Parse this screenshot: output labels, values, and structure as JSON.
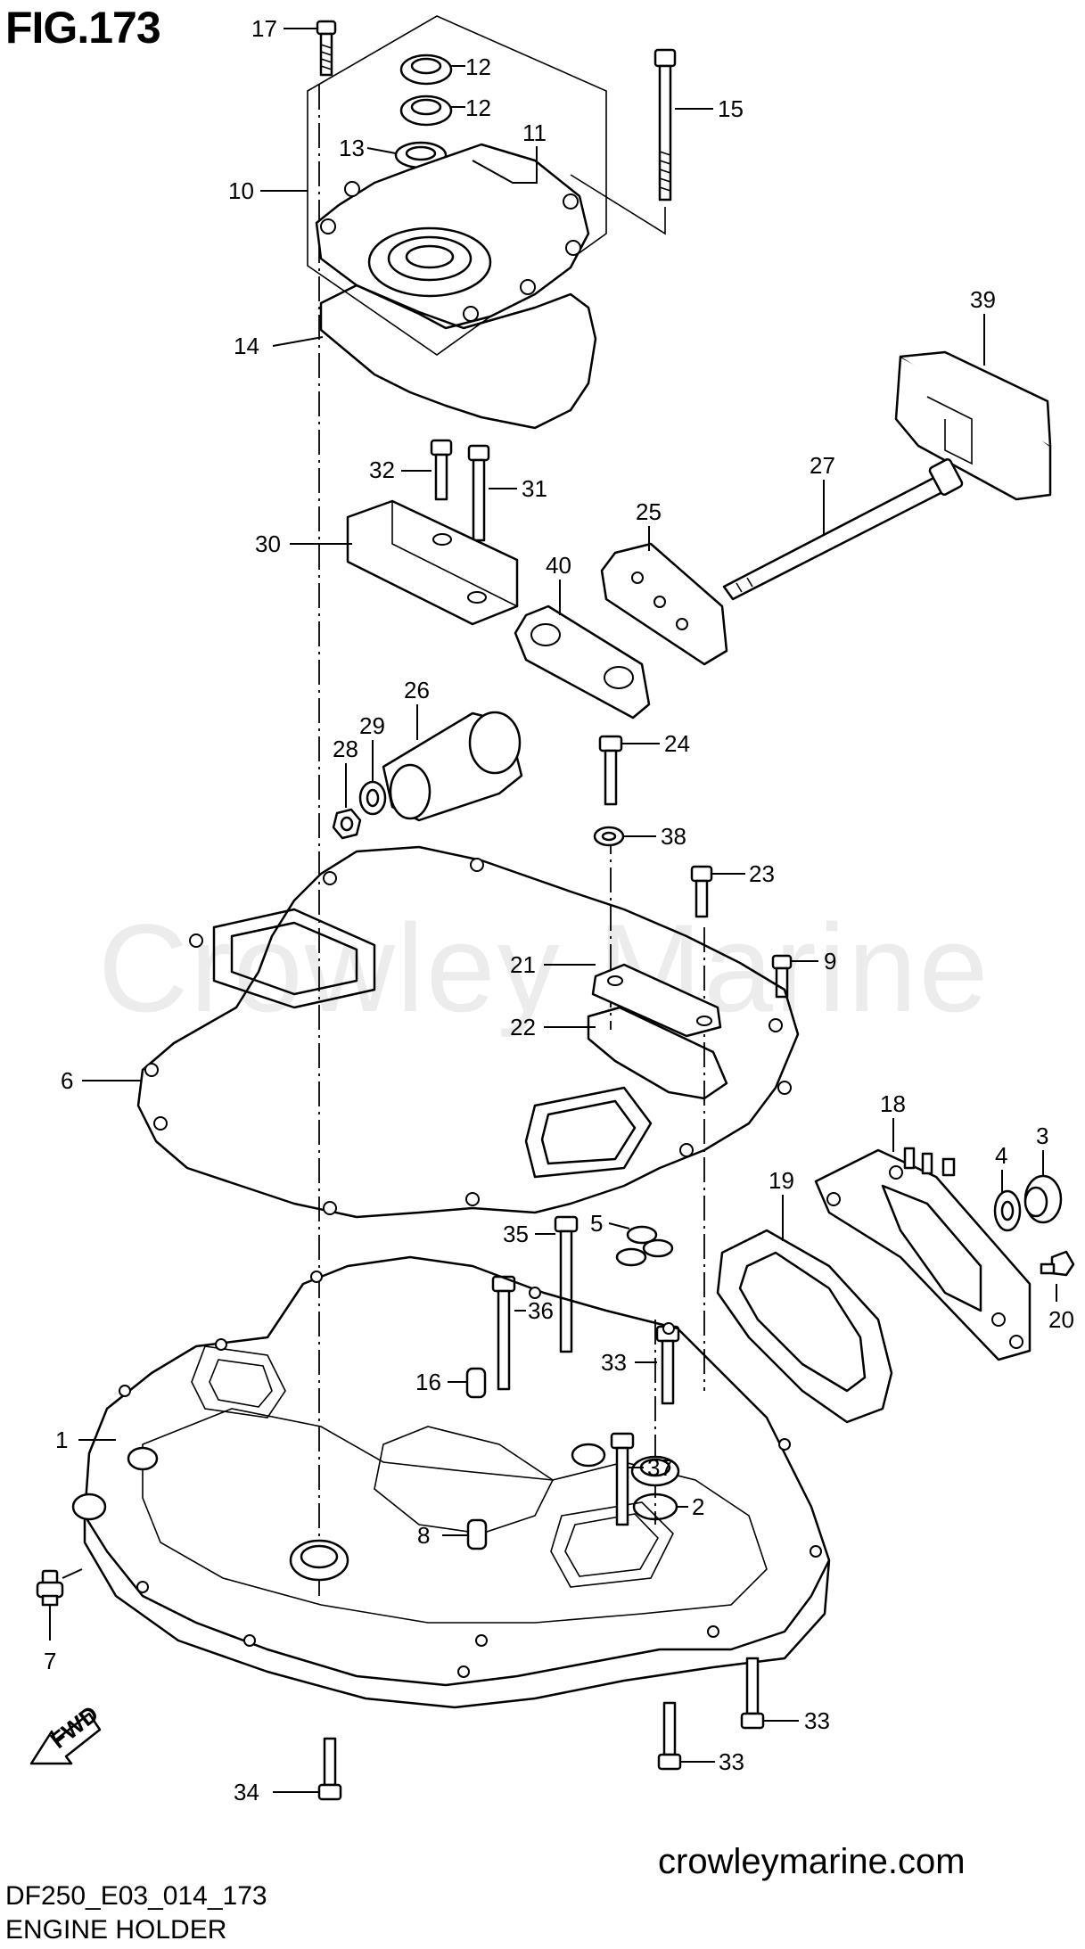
{
  "figure": {
    "title": "FIG.173",
    "code": "DF250_E03_014_173",
    "description": "ENGINE HOLDER",
    "website": "crowleymarine.com",
    "watermark": "Crowley Marine",
    "fwd_marker": "FWD"
  },
  "callouts": [
    {
      "id": "c-17",
      "number": "17"
    },
    {
      "id": "c-12a",
      "number": "12"
    },
    {
      "id": "c-12b",
      "number": "12"
    },
    {
      "id": "c-13",
      "number": "13"
    },
    {
      "id": "c-11",
      "number": "11"
    },
    {
      "id": "c-10",
      "number": "10"
    },
    {
      "id": "c-15",
      "number": "15"
    },
    {
      "id": "c-14",
      "number": "14"
    },
    {
      "id": "c-39",
      "number": "39"
    },
    {
      "id": "c-32",
      "number": "32"
    },
    {
      "id": "c-31",
      "number": "31"
    },
    {
      "id": "c-27",
      "number": "27"
    },
    {
      "id": "c-30",
      "number": "30"
    },
    {
      "id": "c-25",
      "number": "25"
    },
    {
      "id": "c-40",
      "number": "40"
    },
    {
      "id": "c-26",
      "number": "26"
    },
    {
      "id": "c-29",
      "number": "29"
    },
    {
      "id": "c-28",
      "number": "28"
    },
    {
      "id": "c-24",
      "number": "24"
    },
    {
      "id": "c-38",
      "number": "38"
    },
    {
      "id": "c-23",
      "number": "23"
    },
    {
      "id": "c-21",
      "number": "21"
    },
    {
      "id": "c-9",
      "number": "9"
    },
    {
      "id": "c-22",
      "number": "22"
    },
    {
      "id": "c-6",
      "number": "6"
    },
    {
      "id": "c-18",
      "number": "18"
    },
    {
      "id": "c-3",
      "number": "3"
    },
    {
      "id": "c-4",
      "number": "4"
    },
    {
      "id": "c-19",
      "number": "19"
    },
    {
      "id": "c-5",
      "number": "5"
    },
    {
      "id": "c-35",
      "number": "35"
    },
    {
      "id": "c-36",
      "number": "36"
    },
    {
      "id": "c-20",
      "number": "20"
    },
    {
      "id": "c-33a",
      "number": "33"
    },
    {
      "id": "c-16",
      "number": "16"
    },
    {
      "id": "c-1",
      "number": "1"
    },
    {
      "id": "c-37",
      "number": "37"
    },
    {
      "id": "c-2",
      "number": "2"
    },
    {
      "id": "c-8",
      "number": "8"
    },
    {
      "id": "c-7",
      "number": "7"
    },
    {
      "id": "c-33b",
      "number": "33"
    },
    {
      "id": "c-33c",
      "number": "33"
    },
    {
      "id": "c-34",
      "number": "34"
    }
  ]
}
